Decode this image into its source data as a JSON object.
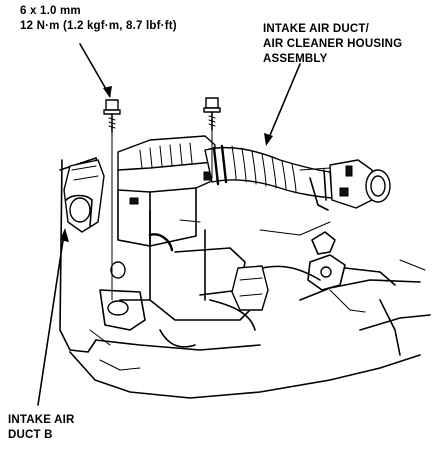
{
  "callouts": {
    "bolt_spec": {
      "size": "6 x 1.0 mm",
      "torque": "12 N·m (1.2 kgf·m, 8.7 lbf·ft)"
    },
    "intake_assembly": {
      "line1": "INTAKE AIR DUCT/",
      "line2": "AIR CLEANER HOUSING",
      "line3": "ASSEMBLY"
    },
    "intake_duct_b": {
      "line1": "INTAKE AIR",
      "line2": "DUCT B"
    }
  },
  "colors": {
    "ink": "#000000",
    "paper": "#ffffff"
  }
}
